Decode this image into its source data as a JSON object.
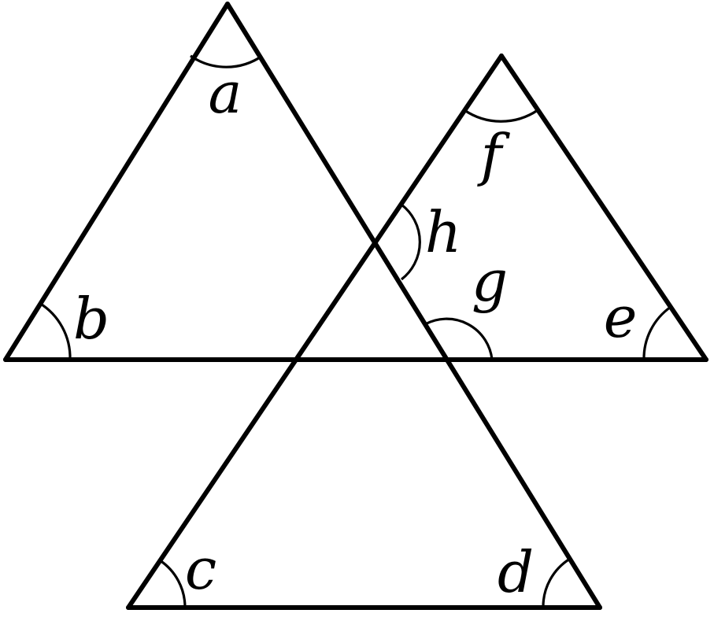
{
  "diagram": {
    "stroke_color": "#000000",
    "background": "#ffffff",
    "angle_labels": {
      "a": "a",
      "b": "b",
      "c": "c",
      "d": "d",
      "e": "e",
      "f": "f",
      "g": "g",
      "h": "h"
    }
  }
}
